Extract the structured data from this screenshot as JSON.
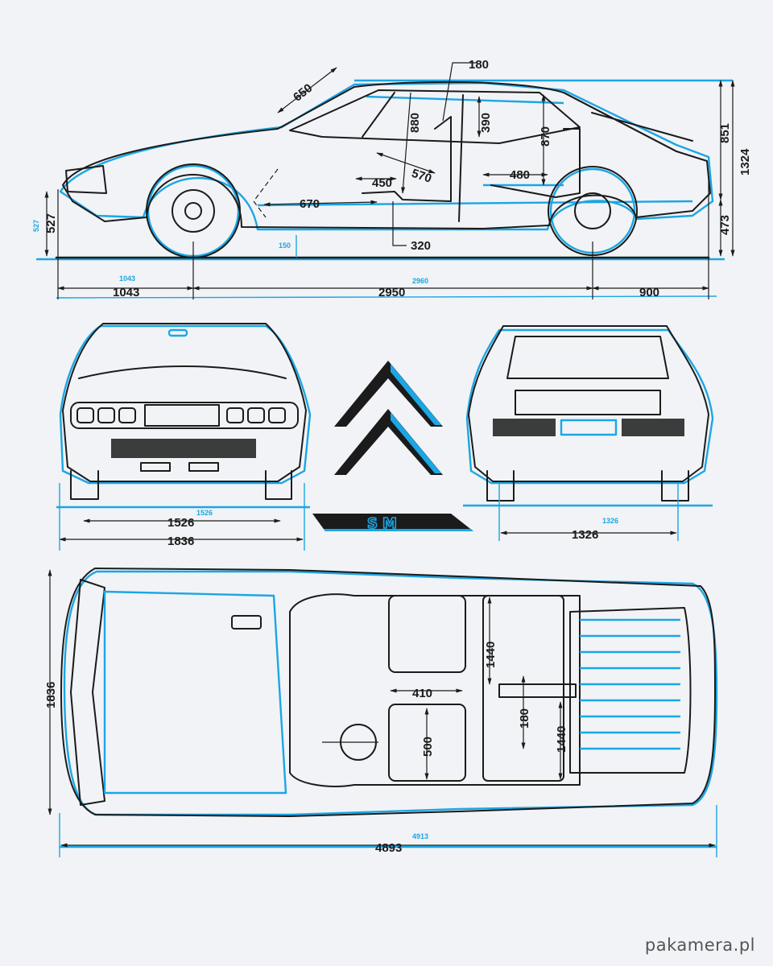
{
  "colors": {
    "ink": "#1b1b1b",
    "blue": "#1ba6e4",
    "background": "#f1f3f6"
  },
  "side_view": {
    "dims": {
      "windshield": "650",
      "headrest": "180",
      "seat_height": "880",
      "rear_headroom": "390",
      "rear_height": "870",
      "overall_height": "1324",
      "roof_to_axle": "851",
      "front_seat": "570",
      "seat_depth": "450",
      "rear_legroom": "480",
      "front_legroom": "670",
      "seat_base": "320",
      "front_axle_height": "527",
      "rear_axle_height": "473",
      "front_overhang": "1043",
      "wheelbase": "2950",
      "rear_overhang": "900"
    },
    "blue_dims": {
      "front_axle_height": "527",
      "ground_clearance": "150",
      "front_overhang": "1043",
      "wheelbase": "2960"
    }
  },
  "front_view": {
    "dims": {
      "front_track": "1526",
      "overall_width": "1836"
    },
    "blue_dims": {
      "front_track": "1526"
    }
  },
  "rear_view": {
    "dims": {
      "rear_track": "1326"
    },
    "blue_dims": {
      "rear_track": "1326"
    }
  },
  "logo": {
    "badge_text": "SM"
  },
  "top_view": {
    "dims": {
      "overall_width": "1836",
      "seat_width": "410",
      "seat_length": "500",
      "rear_width_upper": "1440",
      "rear_width_lower": "1440",
      "center_gap": "180",
      "overall_length": "4893"
    },
    "blue_dims": {
      "overall_length": "4913"
    }
  },
  "watermark": "pakamera.pl"
}
